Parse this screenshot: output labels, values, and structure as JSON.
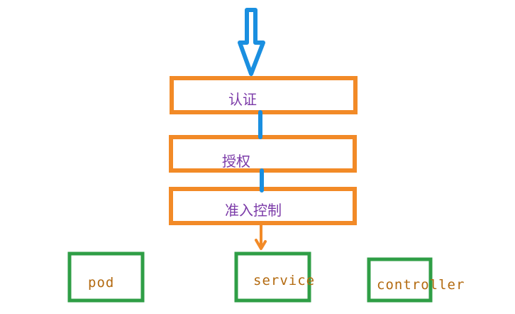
{
  "pipeline": {
    "stages": [
      {
        "label": "认证"
      },
      {
        "label": "授权"
      },
      {
        "label": "准入控制"
      }
    ]
  },
  "resources": [
    {
      "label": "pod"
    },
    {
      "label": "service"
    },
    {
      "label": "controller"
    }
  ],
  "colors": {
    "stage_border": "#f28a27",
    "resource_border": "#2f9e46",
    "entry_arrow": "#1a8fe0",
    "connector": "#1a8fe0",
    "stage_text": "#7b3aa8",
    "resource_text": "#b36a10",
    "output_arrow": "#f28a27"
  }
}
